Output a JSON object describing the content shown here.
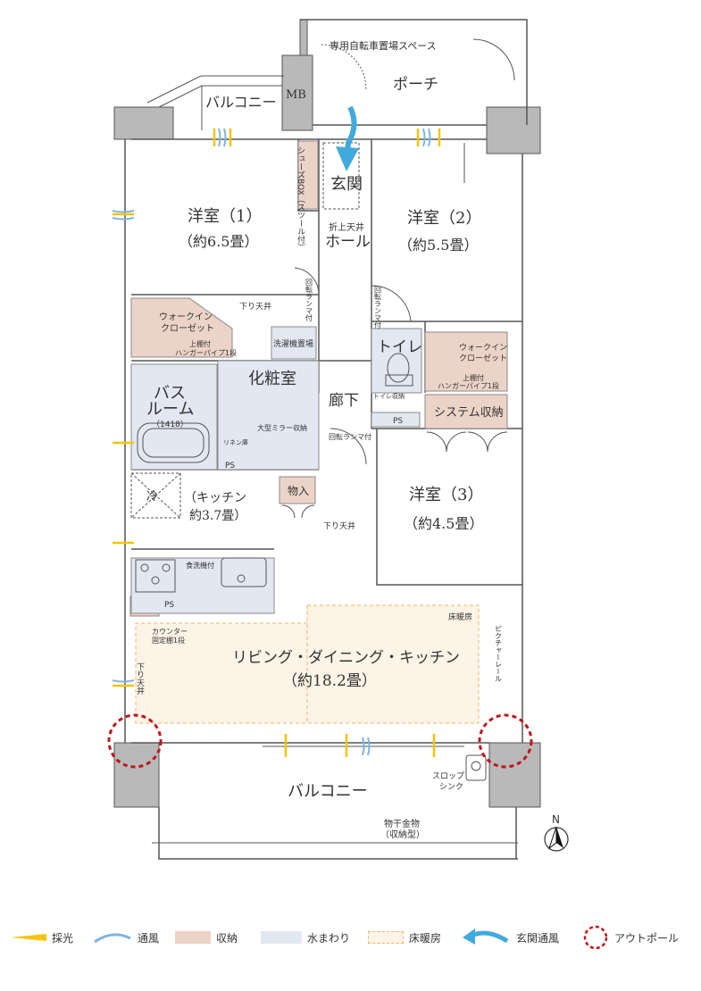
{
  "colors": {
    "wall": "#b9b9b9",
    "storage": "#ecd3c7",
    "water": "#e2e7f2",
    "floor_heat_border": "#f0b56a",
    "floor_heat_fill": "#fdf3e6",
    "light": "#f5c400",
    "wind": "#7fb4e0",
    "entrance_wind": "#42a9dc",
    "outpole": "#c0141c"
  },
  "rooms": {
    "bicycle_space": "専用自転車置場スペース",
    "porch": "ポーチ",
    "mb": "MB",
    "balcony_top": "バルコニー",
    "shoes_box": "シューズBOX（スツール付）",
    "entrance": "玄関",
    "hall_ceiling": "折上天井",
    "hall": "ホール",
    "western1_name": "洋室（1）",
    "western1_size": "（約6.5畳）",
    "western2_name": "洋室（2）",
    "western2_size": "（約5.5畳）",
    "western3_name": "洋室（3）",
    "western3_size": "（約4.5畳）",
    "rotating_lamp": "回転ランマ付",
    "down_ceiling": "下り天井",
    "walkin1_line1": "ウォークイン",
    "walkin1_line2": "クローゼット",
    "walkin1_note1": "上棚付",
    "walkin1_note2": "ハンガーパイプ1段",
    "washer": "洗濯機置場",
    "bath_line1": "バス",
    "bath_line2": "ルーム",
    "bath_size": "（1418）",
    "vanity": "化粧室",
    "mirror": "大型ミラー収納",
    "linen": "リネン庫",
    "ps": "PS",
    "corridor": "廊下",
    "toilet": "トイレ",
    "toilet_storage": "トイレ収納",
    "walkin2_line1": "ウォークイン",
    "walkin2_line2": "クローゼット",
    "walkin2_note1": "上棚付",
    "walkin2_note2": "ハンガーパイプ1段",
    "system_storage": "システム収納",
    "storage_small": "物入",
    "fridge": "冷",
    "kitchen_name": "（キッチン",
    "kitchen_size": "約3.7畳）",
    "dishwasher": "食洗機付",
    "counter_line1": "カウンター",
    "counter_line2": "固定棚1段",
    "floor_heating": "床暖房",
    "picture_rail": "ピクチャーレール",
    "ldk_name": "リビング・ダイニング・キッチン",
    "ldk_size": "（約18.2畳）",
    "balcony_bottom": "バルコニー",
    "slop_line1": "スロップ",
    "slop_line2": "シンク",
    "drying_line1": "物干金物",
    "drying_line2": "（収納型）",
    "north": "N"
  },
  "legend": {
    "light": "採光",
    "wind": "通風",
    "storage": "収納",
    "water": "水まわり",
    "floor_heating": "床暖房",
    "entrance_wind": "玄関通風",
    "outpole": "アウトポール"
  }
}
